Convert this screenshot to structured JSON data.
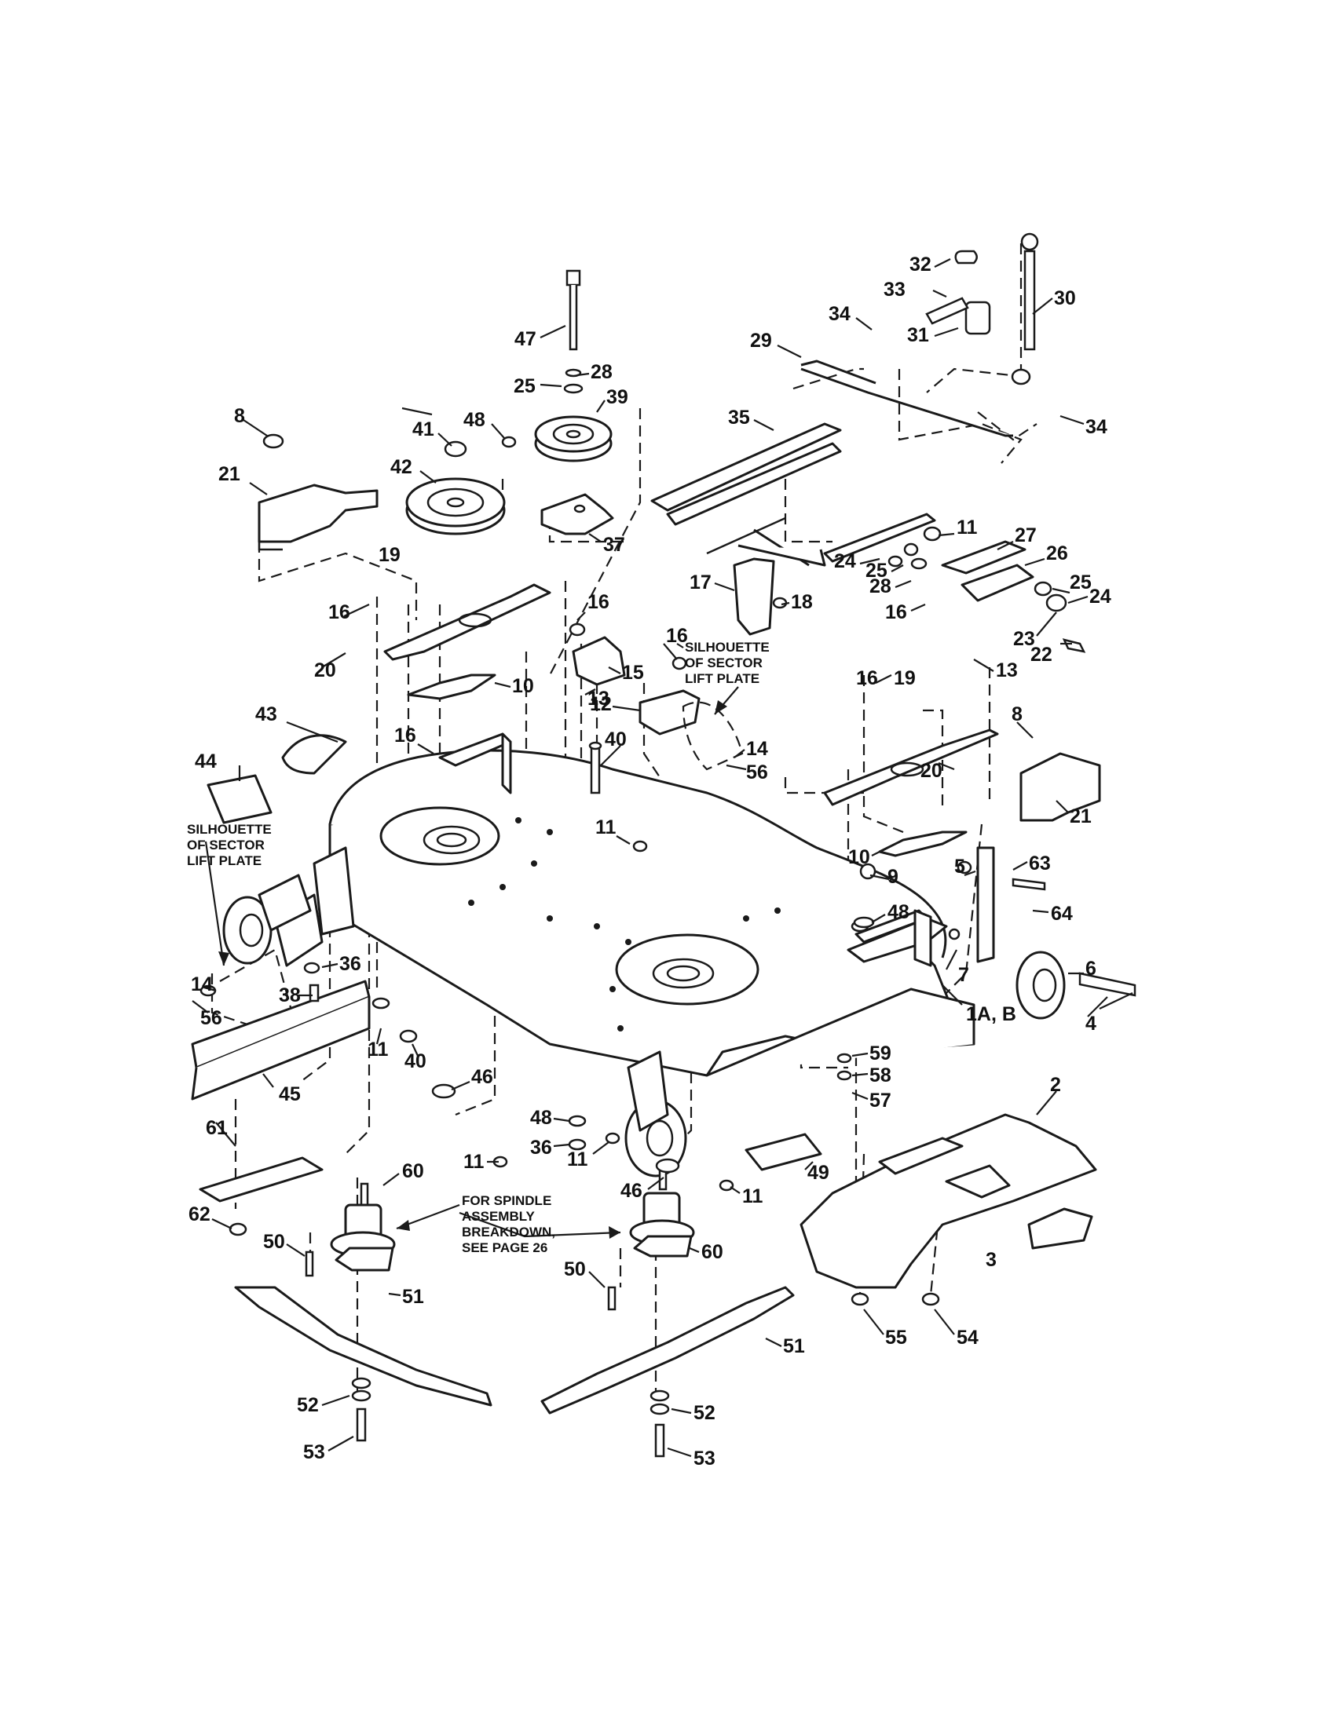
{
  "diagram": {
    "notes": {
      "silhouette_top": [
        "SILHOUETTE",
        "OF SECTOR",
        "LIFT PLATE"
      ],
      "silhouette_left": [
        "SILHOUETTE",
        "OF SECTOR",
        "LIFT PLATE"
      ],
      "spindle_ref": [
        "FOR SPINDLE",
        "ASSEMBLY",
        "BREAKDOWN,",
        "SEE PAGE 26"
      ]
    },
    "callouts": [
      {
        "id": "c8a",
        "label": "8"
      },
      {
        "id": "c21a",
        "label": "21"
      },
      {
        "id": "c41",
        "label": "41"
      },
      {
        "id": "c48a",
        "label": "48"
      },
      {
        "id": "c42",
        "label": "42"
      },
      {
        "id": "c47",
        "label": "47"
      },
      {
        "id": "c25a",
        "label": "25"
      },
      {
        "id": "c28a",
        "label": "28"
      },
      {
        "id": "c39",
        "label": "39"
      },
      {
        "id": "c37",
        "label": "37"
      },
      {
        "id": "c32",
        "label": "32"
      },
      {
        "id": "c33",
        "label": "33"
      },
      {
        "id": "c31",
        "label": "31"
      },
      {
        "id": "c30",
        "label": "30"
      },
      {
        "id": "c34a",
        "label": "34"
      },
      {
        "id": "c29",
        "label": "29"
      },
      {
        "id": "c34b",
        "label": "34"
      },
      {
        "id": "c35",
        "label": "35"
      },
      {
        "id": "c11a",
        "label": "11"
      },
      {
        "id": "c27",
        "label": "27"
      },
      {
        "id": "c24a",
        "label": "24"
      },
      {
        "id": "c25b",
        "label": "25"
      },
      {
        "id": "c28b",
        "label": "28"
      },
      {
        "id": "c26",
        "label": "26"
      },
      {
        "id": "c25c",
        "label": "25"
      },
      {
        "id": "c24b",
        "label": "24"
      },
      {
        "id": "c17",
        "label": "17"
      },
      {
        "id": "c18",
        "label": "18"
      },
      {
        "id": "c16a",
        "label": "16"
      },
      {
        "id": "c23",
        "label": "23"
      },
      {
        "id": "c22",
        "label": "22"
      },
      {
        "id": "c13a",
        "label": "13"
      },
      {
        "id": "c19a",
        "label": "19"
      },
      {
        "id": "c16b",
        "label": "16"
      },
      {
        "id": "c20a",
        "label": "20"
      },
      {
        "id": "c10a",
        "label": "10"
      },
      {
        "id": "c16c",
        "label": "16"
      },
      {
        "id": "c15",
        "label": "15"
      },
      {
        "id": "c16d",
        "label": "16"
      },
      {
        "id": "c13b",
        "label": "13"
      },
      {
        "id": "c12",
        "label": "12"
      },
      {
        "id": "c16e",
        "label": "16"
      },
      {
        "id": "c19b",
        "label": "19"
      },
      {
        "id": "c8b",
        "label": "8"
      },
      {
        "id": "c20b",
        "label": "20"
      },
      {
        "id": "c21b",
        "label": "21"
      },
      {
        "id": "c10b",
        "label": "10"
      },
      {
        "id": "c43",
        "label": "43"
      },
      {
        "id": "c44",
        "label": "44"
      },
      {
        "id": "c16f",
        "label": "16"
      },
      {
        "id": "c40a",
        "label": "40"
      },
      {
        "id": "c14a",
        "label": "14"
      },
      {
        "id": "c56a",
        "label": "56"
      },
      {
        "id": "c11b",
        "label": "11"
      },
      {
        "id": "c5",
        "label": "5"
      },
      {
        "id": "c63",
        "label": "63"
      },
      {
        "id": "c64",
        "label": "64"
      },
      {
        "id": "c9",
        "label": "9"
      },
      {
        "id": "c48b",
        "label": "48"
      },
      {
        "id": "c6",
        "label": "6"
      },
      {
        "id": "c7",
        "label": "7"
      },
      {
        "id": "c1ab",
        "label": "1A, B"
      },
      {
        "id": "c4",
        "label": "4"
      },
      {
        "id": "c14b",
        "label": "14"
      },
      {
        "id": "c36a",
        "label": "36"
      },
      {
        "id": "c38",
        "label": "38"
      },
      {
        "id": "c56b",
        "label": "56"
      },
      {
        "id": "c11c",
        "label": "11"
      },
      {
        "id": "c40b",
        "label": "40"
      },
      {
        "id": "c45",
        "label": "45"
      },
      {
        "id": "c46a",
        "label": "46"
      },
      {
        "id": "c59",
        "label": "59"
      },
      {
        "id": "c58",
        "label": "58"
      },
      {
        "id": "c57",
        "label": "57"
      },
      {
        "id": "c2",
        "label": "2"
      },
      {
        "id": "c61",
        "label": "61"
      },
      {
        "id": "c48c",
        "label": "48"
      },
      {
        "id": "c11d",
        "label": "11"
      },
      {
        "id": "c36b",
        "label": "36"
      },
      {
        "id": "c11e",
        "label": "11"
      },
      {
        "id": "c49",
        "label": "49"
      },
      {
        "id": "c60a",
        "label": "60"
      },
      {
        "id": "c46b",
        "label": "46"
      },
      {
        "id": "c11f",
        "label": "11"
      },
      {
        "id": "c62",
        "label": "62"
      },
      {
        "id": "c50a",
        "label": "50"
      },
      {
        "id": "c60b",
        "label": "60"
      },
      {
        "id": "c50b",
        "label": "50"
      },
      {
        "id": "c3",
        "label": "3"
      },
      {
        "id": "c51a",
        "label": "51"
      },
      {
        "id": "c51b",
        "label": "51"
      },
      {
        "id": "c55",
        "label": "55"
      },
      {
        "id": "c54",
        "label": "54"
      },
      {
        "id": "c52a",
        "label": "52"
      },
      {
        "id": "c52b",
        "label": "52"
      },
      {
        "id": "c53a",
        "label": "53"
      },
      {
        "id": "c53b",
        "label": "53"
      }
    ]
  }
}
